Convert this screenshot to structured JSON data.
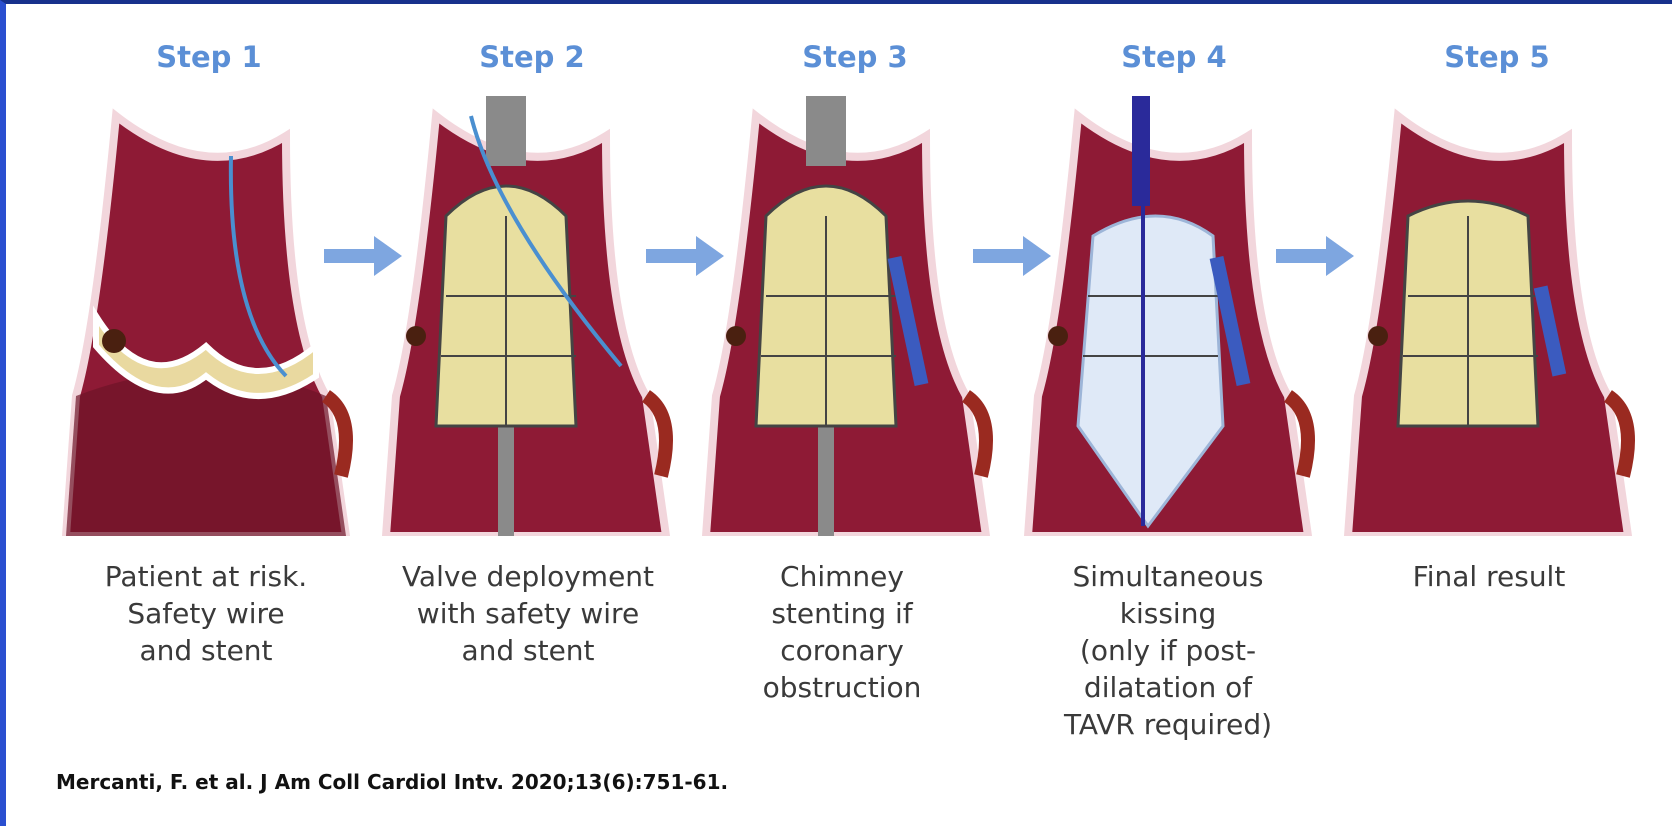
{
  "steps": [
    {
      "title": "Step 1",
      "caption": "Patient at risk.\nSafety wire\nand stent"
    },
    {
      "title": "Step 2",
      "caption": "Valve deployment\nwith safety wire\nand stent"
    },
    {
      "title": "Step 3",
      "caption": "Chimney\nstenting if\ncoronary\nobstruction"
    },
    {
      "title": "Step 4",
      "caption": "Simultaneous\nkissing\n(only if post-\ndilatation of\nTAVR required)"
    },
    {
      "title": "Step 5",
      "caption": "Final result"
    }
  ],
  "citation": "Mercanti, F. et al. J Am Coll Cardiol Intv. 2020;13(6):751-61.",
  "colors": {
    "title": "#5b8fd6",
    "arrow": "#7ea6e0",
    "aorta": "#8e1a35",
    "valve_frame": "#e8dfa0",
    "wire": "#4a8fd0",
    "border": "#1f3fa8"
  }
}
